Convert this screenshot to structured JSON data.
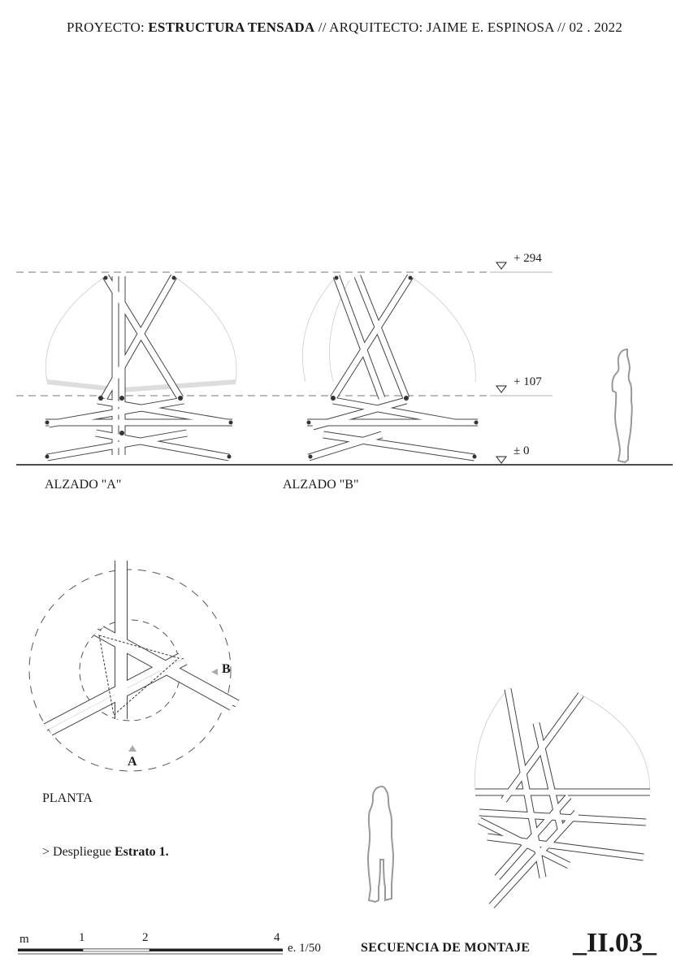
{
  "header": {
    "project_prefix": "PROYECTO: ",
    "project_name": "ESTRUCTURA TENSADA",
    "rest": " // ARQUITECTO: JAIME E. ESPINOSA // 02 . 2022"
  },
  "levels": {
    "top": "+ 294",
    "mid": "+ 107",
    "ground": "± 0"
  },
  "views": {
    "elevation_a": "ALZADO \"A\"",
    "elevation_b": "ALZADO \"B\"",
    "plan": "PLANTA",
    "plan_marker_a": "A",
    "plan_marker_b": "B"
  },
  "step": {
    "prefix": "> Despliegue ",
    "name": "Estrato 1."
  },
  "scale_bar": {
    "unit": "m",
    "ticks": [
      "1",
      "2",
      "4"
    ],
    "scale": "e. 1/50"
  },
  "sheet": {
    "title": "SECUENCIA DE MONTAJE",
    "code": "_II.03_"
  }
}
